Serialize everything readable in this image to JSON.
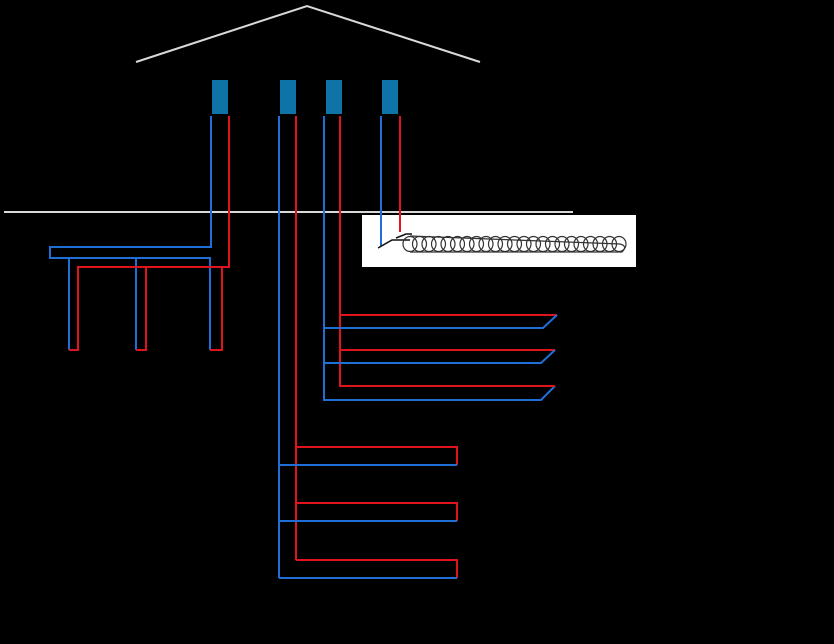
{
  "diagram": {
    "kind": "ground-source heat pump loop configurations",
    "labels_visible": false,
    "colors": {
      "background": "#000000",
      "supply_pipe": "#e0141c",
      "return_pipe": "#1f6fd6",
      "heat_pump_unit": "#0e74a8",
      "house_and_ground_line": "#d9d9d9",
      "inset_panel": "#ffffff"
    },
    "heat_pump_units": 4,
    "loops": [
      {
        "type": "vertical-boreholes",
        "count": 3
      },
      {
        "type": "horizontal-slinky",
        "count": 1
      },
      {
        "type": "horizontal-trenches-upper",
        "count": 3
      },
      {
        "type": "horizontal-trenches-lower",
        "count": 3
      }
    ]
  }
}
